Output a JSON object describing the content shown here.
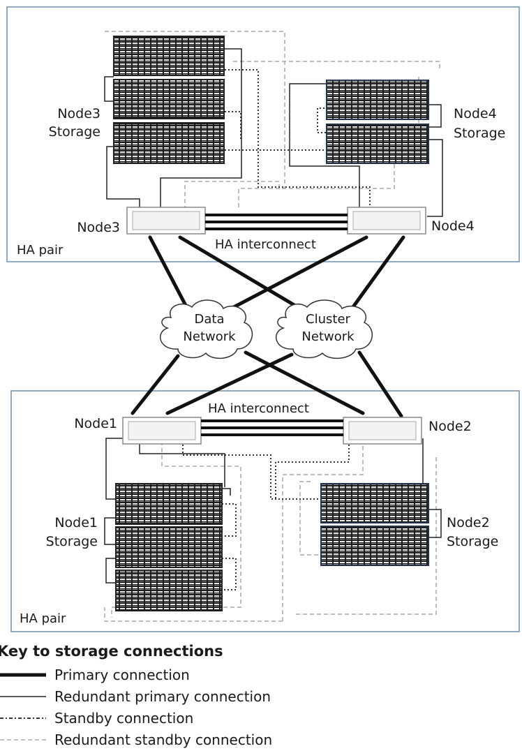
{
  "colors": {
    "box_border": "#6f8fae",
    "line": "#111111",
    "dotted": "#333333",
    "dashed_light": "#a8a8a8",
    "shelf_dark": "#202020",
    "shelf_blue_tint": "#24324a"
  },
  "clusters": {
    "top": {
      "ha_pair_label": "HA pair",
      "ha_interconnect_label": "HA interconnect",
      "node_left": {
        "label": "Node3",
        "storage_label_1": "Node3",
        "storage_label_2": "Storage"
      },
      "node_right": {
        "label": "Node4",
        "storage_label_1": "Node4",
        "storage_label_2": "Storage"
      }
    },
    "bottom": {
      "ha_pair_label": "HA pair",
      "ha_interconnect_label": "HA interconnect",
      "node_left": {
        "label": "Node1",
        "storage_label_1": "Node1",
        "storage_label_2": "Storage"
      },
      "node_right": {
        "label": "Node2",
        "storage_label_1": "Node2",
        "storage_label_2": "Storage"
      }
    }
  },
  "networks": {
    "data": {
      "line1": "Data",
      "line2": "Network"
    },
    "cluster": {
      "line1": "Cluster",
      "line2": "Network"
    }
  },
  "legend": {
    "title": "Key to storage connections",
    "items": [
      {
        "label": "Primary connection",
        "style": "thick-solid"
      },
      {
        "label": "Redundant primary connection",
        "style": "thin-solid"
      },
      {
        "label": "Standby connection",
        "style": "dash-dot"
      },
      {
        "label": "Redundant standby connection",
        "style": "light-dashed"
      }
    ]
  }
}
